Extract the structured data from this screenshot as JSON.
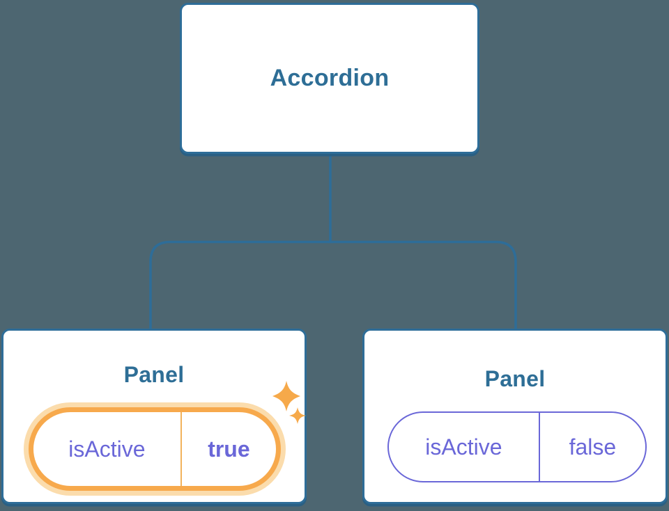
{
  "theme": {
    "canvas-bg": "#4D6671",
    "node-bg": "#FFFFFF",
    "line-blue": "#2E6D98",
    "text-blue": "#2E6E96",
    "shadow-blue": "#2A5F83",
    "purple": "#6A67D8",
    "orange": "#F7A94C",
    "orange-halo": "#FBDCAC",
    "orange-divider": "#F2B35C",
    "orange-sparkle": "#F6A94A"
  },
  "diagram": {
    "root": {
      "label": "Accordion"
    },
    "children": [
      {
        "title": "Panel",
        "state": {
          "name": "isActive",
          "value": "true"
        },
        "highlighted": true
      },
      {
        "title": "Panel",
        "state": {
          "name": "isActive",
          "value": "false"
        },
        "highlighted": false
      }
    ],
    "icons": {
      "sparkle": "four-point-star"
    }
  }
}
